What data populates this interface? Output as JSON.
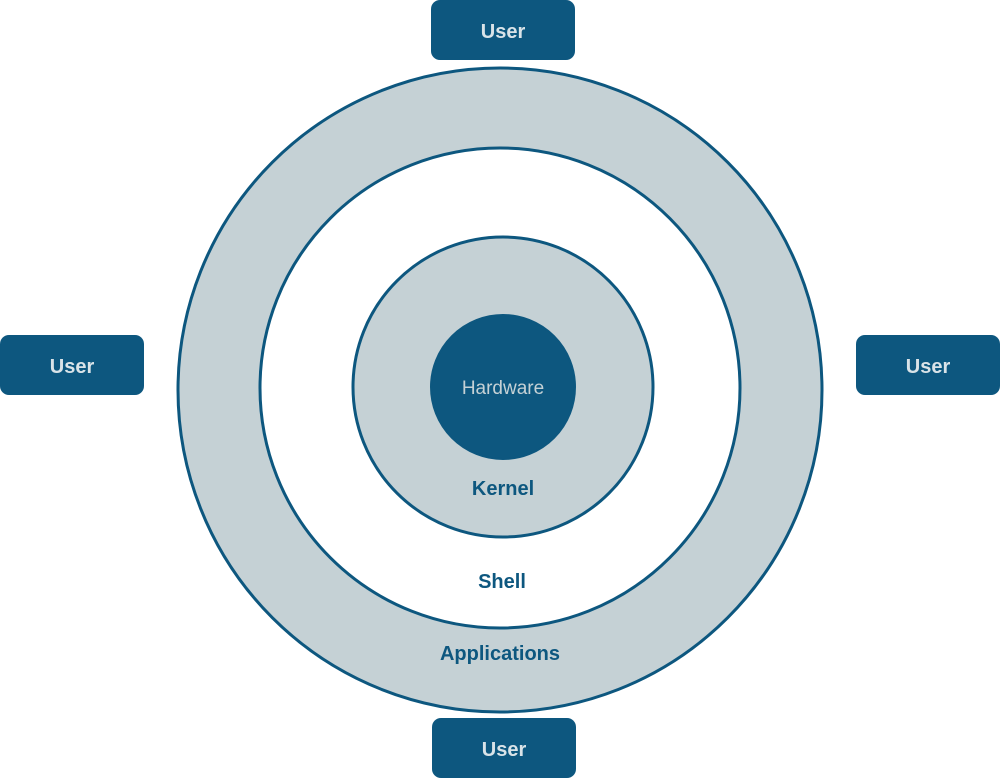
{
  "diagram": {
    "layers": {
      "applications": "Applications",
      "shell": "Shell",
      "kernel": "Kernel",
      "hardware": "Hardware"
    },
    "users": {
      "top": "User",
      "left": "User",
      "right": "User",
      "bottom": "User"
    }
  },
  "colors": {
    "primary": "#0d577f",
    "ring_fill": "#c5d1d5",
    "background": "#ffffff"
  }
}
